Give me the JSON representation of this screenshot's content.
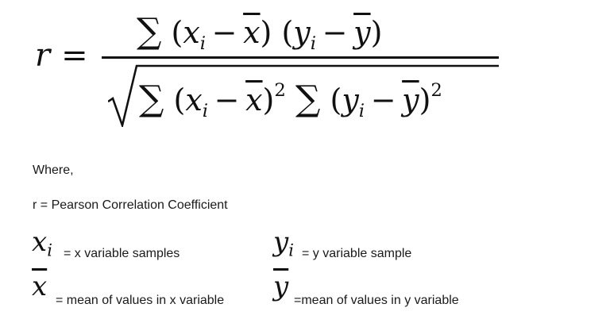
{
  "formula": {
    "lhs": "r",
    "equals": "=",
    "sigma": "∑",
    "minus": "−",
    "open_paren": "(",
    "close_paren": ")",
    "x": "x",
    "y": "y",
    "sub_i": "i",
    "x_bar": "x",
    "y_bar": "y",
    "exponent": "2"
  },
  "legend": {
    "where": "Where,",
    "r_definition": "r = Pearson Correlation Coefficient",
    "items": [
      {
        "symbol": "x",
        "subscript": "i",
        "description": "= x variable samples"
      },
      {
        "symbol": "y",
        "subscript": "i",
        "description": "= y variable sample"
      },
      {
        "symbol": "x",
        "overbar": true,
        "description": "= mean of values in x variable"
      },
      {
        "symbol": "y",
        "overbar": true,
        "description": "=mean of values in y variable"
      }
    ]
  }
}
